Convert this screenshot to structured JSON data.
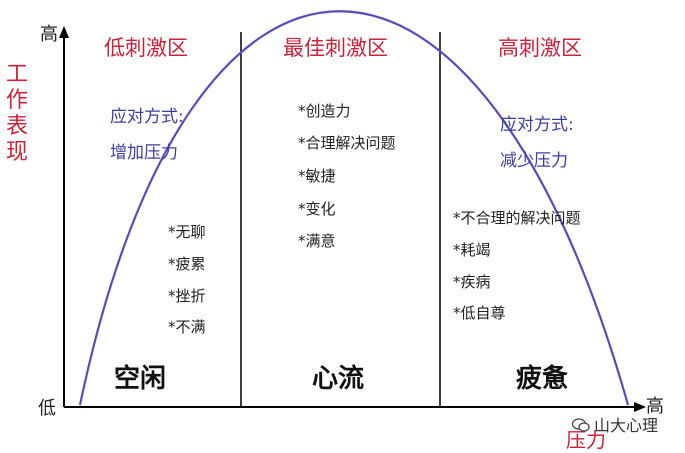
{
  "axes": {
    "y_high": "高",
    "y_low": "低",
    "y_title": "工作表现",
    "x_high": "高",
    "x_title": "压力"
  },
  "zones": [
    {
      "title": "低刺激区",
      "strategy_label": "应对方式:",
      "strategy": "增加压力",
      "items": [
        "*无聊",
        "*疲累",
        "*挫折",
        "*不满"
      ],
      "state": "空闲"
    },
    {
      "title": "最佳刺激区",
      "items": [
        "*创造力",
        "*合理解决问题",
        "*敏捷",
        "*变化",
        "*满意"
      ],
      "state": "心流"
    },
    {
      "title": "高刺激区",
      "strategy_label": "应对方式:",
      "strategy": "减少压力",
      "items": [
        "*不合理的解决问题",
        "*耗竭",
        "*疾病",
        "*低自尊"
      ],
      "state": "疲惫"
    }
  ],
  "watermark": "山大心理",
  "colors": {
    "curve": "#5a4cb8",
    "title_red": "#c8243a",
    "strategy_blue": "#3b3f9c"
  }
}
